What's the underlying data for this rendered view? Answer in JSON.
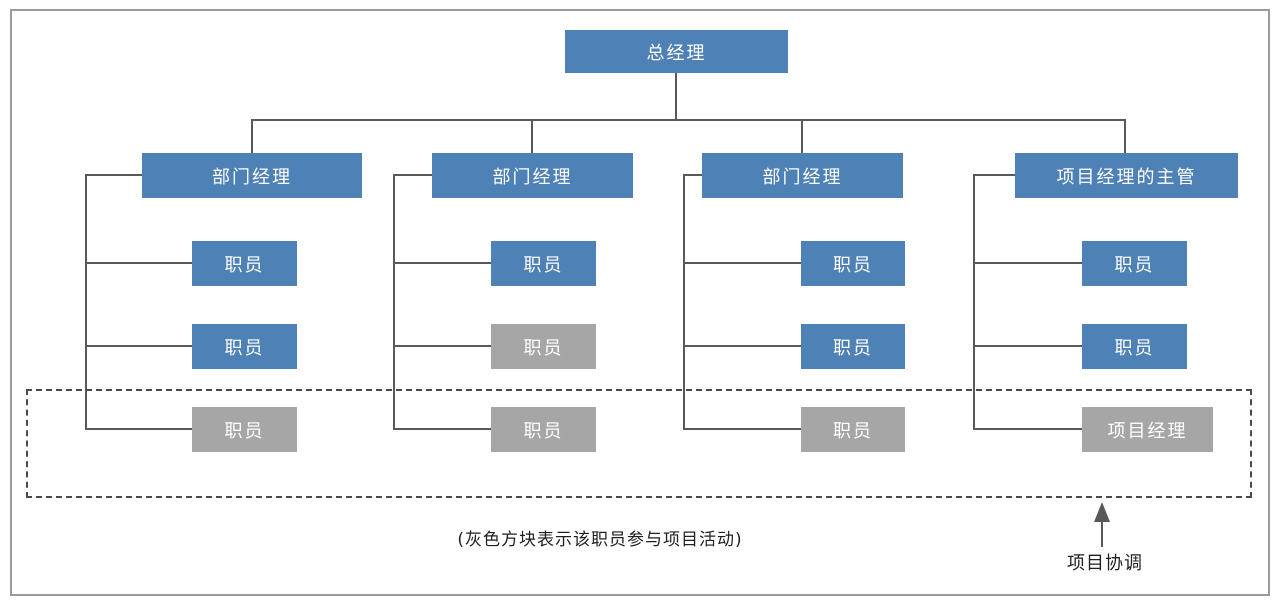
{
  "diagram": {
    "type": "org-chart",
    "root": {
      "label": "总经理"
    },
    "columns": [
      {
        "manager": {
          "label": "部门经理"
        },
        "staff": [
          {
            "label": "职员",
            "variant": "functional"
          },
          {
            "label": "职员",
            "variant": "functional"
          },
          {
            "label": "职员",
            "variant": "project"
          }
        ]
      },
      {
        "manager": {
          "label": "部门经理"
        },
        "staff": [
          {
            "label": "职员",
            "variant": "functional"
          },
          {
            "label": "职员",
            "variant": "project"
          },
          {
            "label": "职员",
            "variant": "project"
          }
        ]
      },
      {
        "manager": {
          "label": "部门经理"
        },
        "staff": [
          {
            "label": "职员",
            "variant": "functional"
          },
          {
            "label": "职员",
            "variant": "functional"
          },
          {
            "label": "职员",
            "variant": "project"
          }
        ]
      },
      {
        "manager": {
          "label": "项目经理的主管"
        },
        "staff": [
          {
            "label": "职员",
            "variant": "functional"
          },
          {
            "label": "职员",
            "variant": "functional"
          },
          {
            "label": "项目经理",
            "variant": "project"
          }
        ]
      }
    ],
    "caption": "(灰色方块表示该职员参与项目活动)",
    "coordination": {
      "label": "项目协调"
    },
    "colors": {
      "functional": "#4E81B5",
      "project": "#A6A6A6",
      "line": "#595959",
      "dashed_border": "#4A4A4A",
      "frame_border": "#9B9B9B",
      "text_dark": "#1F1F1F",
      "box_text": "#FFFFFF"
    }
  }
}
